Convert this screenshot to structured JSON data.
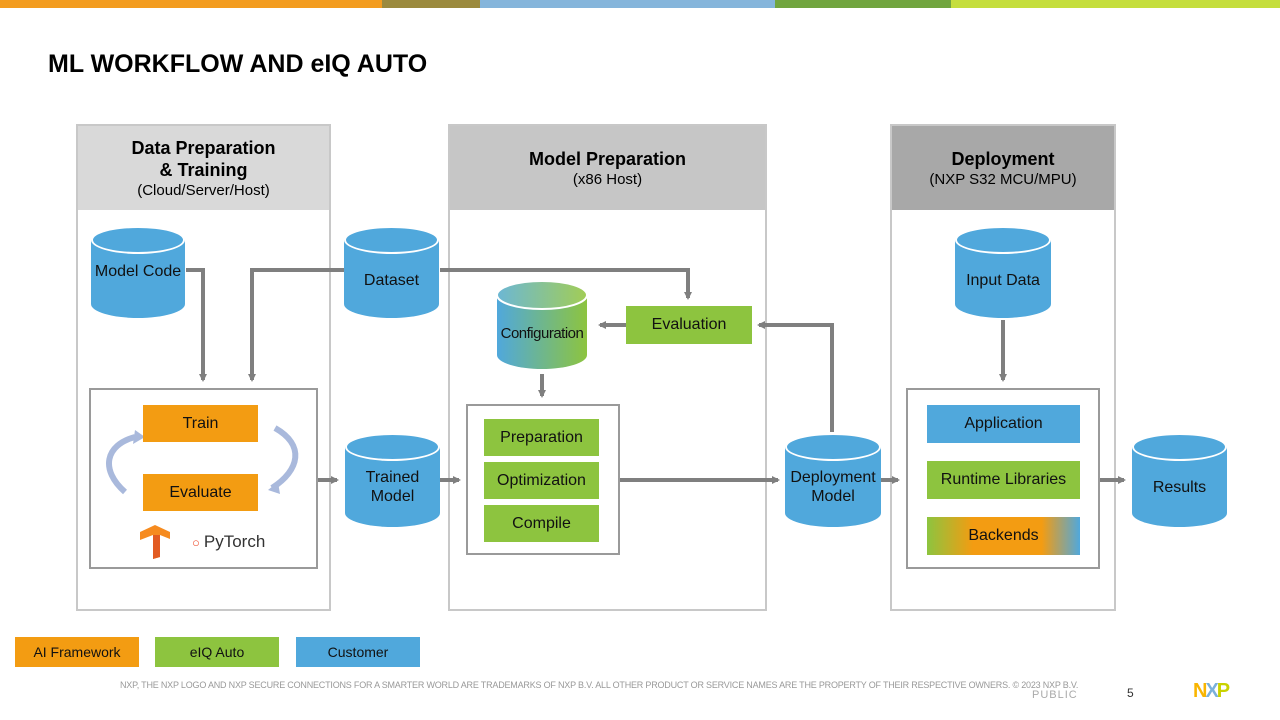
{
  "top_bar_colors": [
    "#f39c1f",
    "#9b8a3e",
    "#85b5db",
    "#71a53f",
    "#c5de3d"
  ],
  "colors": {
    "ai_framework": "#f39c12",
    "eiq_auto": "#8dc43f",
    "customer": "#50a8dc"
  },
  "title": "ML WORKFLOW AND eIQ AUTO",
  "panels": {
    "data_prep": {
      "title": "Data Preparation\n& Training",
      "subtitle": "(Cloud/Server/Host)"
    },
    "model_prep": {
      "title": "Model Preparation",
      "subtitle": "(x86 Host)"
    },
    "deployment": {
      "title": "Deployment",
      "subtitle": "(NXP S32 MCU/MPU)"
    }
  },
  "data_prep": {
    "model_code": "Model Code",
    "dataset": "Dataset",
    "train": "Train",
    "evaluate": "Evaluate",
    "framework_tensorflow": "TensorFlow",
    "framework_pytorch": "PyTorch",
    "trained_model": "Trained Model"
  },
  "model_prep": {
    "configuration": "Configuration",
    "evaluation": "Evaluation",
    "preparation": "Preparation",
    "optimization": "Optimization",
    "compile": "Compile",
    "deployment_model": "Deployment Model"
  },
  "deployment": {
    "input_data": "Input Data",
    "application": "Application",
    "runtime_libraries": "Runtime Libraries",
    "backends": "Backends",
    "results": "Results"
  },
  "legend": [
    {
      "label": "AI Framework",
      "color": "#f39c12"
    },
    {
      "label": "eIQ Auto",
      "color": "#8dc43f"
    },
    {
      "label": "Customer",
      "color": "#50a8dc"
    }
  ],
  "footer": {
    "disclaimer": "NXP, THE NXP LOGO AND NXP SECURE CONNECTIONS FOR A SMARTER WORLD ARE TRADEMARKS OF NXP B.V. ALL OTHER PRODUCT OR SERVICE NAMES ARE THE PROPERTY OF THEIR RESPECTIVE OWNERS. © 2023 NXP B.V.",
    "classification": "PUBLIC",
    "page_number": "5",
    "logo": "NXP"
  }
}
